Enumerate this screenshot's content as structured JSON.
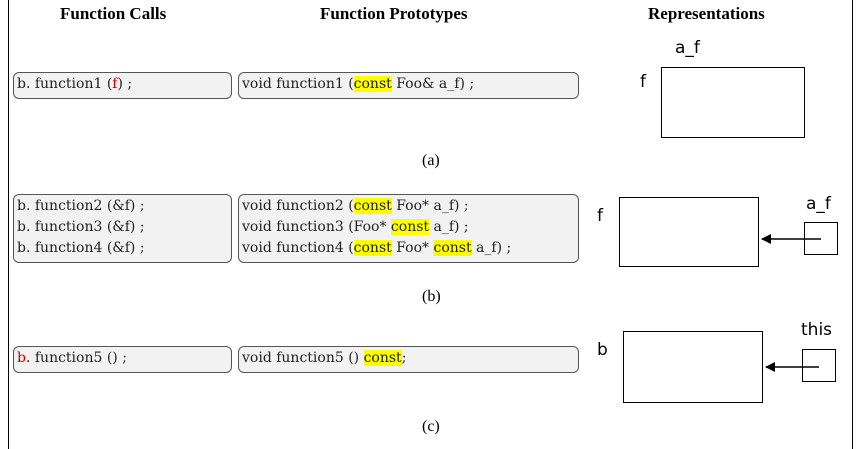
{
  "headers": {
    "calls": "Function Calls",
    "prototypes": "Function Prototypes",
    "representations": "Representations"
  },
  "rows": [
    {
      "caption": "(a)",
      "calls": [
        {
          "parts": [
            {
              "t": "b. function1 ("
            },
            {
              "t": "f",
              "red": true
            },
            {
              "t": ") ;"
            }
          ]
        }
      ],
      "prototypes": [
        {
          "parts": [
            {
              "t": "void function1 ("
            },
            {
              "t": "const",
              "hl": true
            },
            {
              "t": " Foo& a_f) ;"
            }
          ]
        }
      ],
      "repr": {
        "outer_label": "f",
        "inner_label": "a_f"
      }
    },
    {
      "caption": "(b)",
      "calls": [
        {
          "parts": [
            {
              "t": "b. function2 (&f) ;"
            }
          ]
        },
        {
          "parts": [
            {
              "t": "b. function3 (&f) ;"
            }
          ]
        },
        {
          "parts": [
            {
              "t": "b. function4 (&f) ;"
            }
          ]
        }
      ],
      "prototypes": [
        {
          "parts": [
            {
              "t": "void function2 ("
            },
            {
              "t": "const",
              "hl": true
            },
            {
              "t": " Foo* a_f) ;"
            }
          ]
        },
        {
          "parts": [
            {
              "t": "void function3 (Foo* "
            },
            {
              "t": "const",
              "hl": true
            },
            {
              "t": " a_f) ;"
            }
          ]
        },
        {
          "parts": [
            {
              "t": "void function4 ("
            },
            {
              "t": "const",
              "hl": true
            },
            {
              "t": " Foo* "
            },
            {
              "t": "const",
              "hl": true
            },
            {
              "t": " a_f) ;"
            }
          ]
        }
      ],
      "repr": {
        "outer_label": "f",
        "pointer_label": "a_f"
      }
    },
    {
      "caption": "(c)",
      "calls": [
        {
          "parts": [
            {
              "t": "b",
              "red": true
            },
            {
              "t": ". function5 () ;"
            }
          ]
        }
      ],
      "prototypes": [
        {
          "parts": [
            {
              "t": "void function5 ()  "
            },
            {
              "t": "const",
              "hl": true
            },
            {
              "t": ";"
            }
          ]
        }
      ],
      "repr": {
        "outer_label": "b",
        "pointer_label": "this"
      }
    }
  ],
  "colors": {
    "highlight": "#ffff00",
    "red_text": "#cc0000",
    "box_bg": "#f2f2f2"
  }
}
